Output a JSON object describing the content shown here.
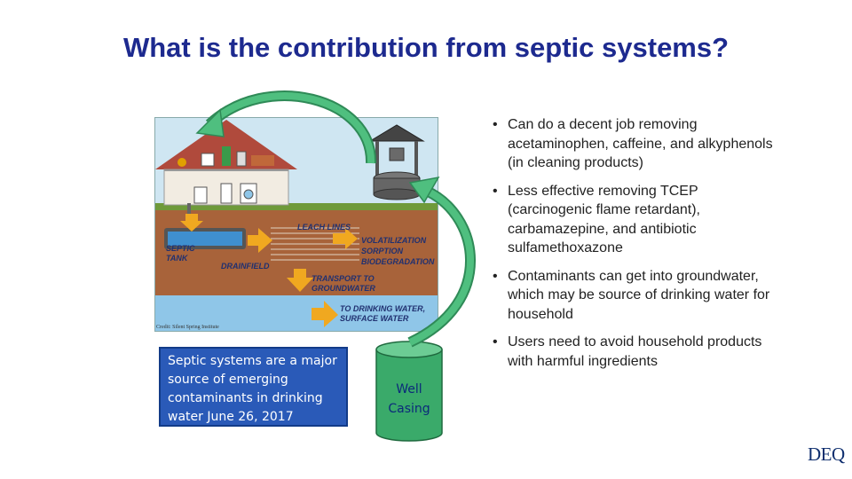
{
  "slide": {
    "title": "What is the contribution from septic systems?"
  },
  "diagram": {
    "labels": {
      "leach_lines": "LEACH LINES",
      "septic_tank": "SEPTIC\nTANK",
      "drainfield": "DRAINFIELD",
      "volatilization": "VOLATILIZATION",
      "sorption": "SORPTION",
      "biodegradation": "BIODEGRADATION",
      "transport": "TRANSPORT TO\nGROUNDWATER",
      "drinking_water": "TO DRINKING WATER,\nSURFACE WATER"
    },
    "credit": "Credit: Silent Spring Institute",
    "colors": {
      "sky": "#cfe6f2",
      "soil": "#a8633a",
      "water": "#8fc6e8",
      "arrow": "#f0a820",
      "house_wall": "#f2ece2",
      "roof": "#b04a3c"
    }
  },
  "callout": {
    "text": "Septic systems are a major source of emerging contaminants in drinking water    June 26, 2017"
  },
  "well_casing": {
    "label": "Well Casing",
    "color": "#3aaa6a"
  },
  "bullets": [
    "Can do a decent job removing acetaminophen, caffeine, and alkyphenols (in cleaning products)",
    "Less effective removing TCEP (carcinogenic flame retardant), carbamazepine, and antibiotic sulfamethoxazone",
    "Contaminants can get into groundwater, which may be source of drinking water for household",
    "Users need to avoid household products with harmful ingredients"
  ],
  "logo": {
    "text": "DEQ"
  }
}
